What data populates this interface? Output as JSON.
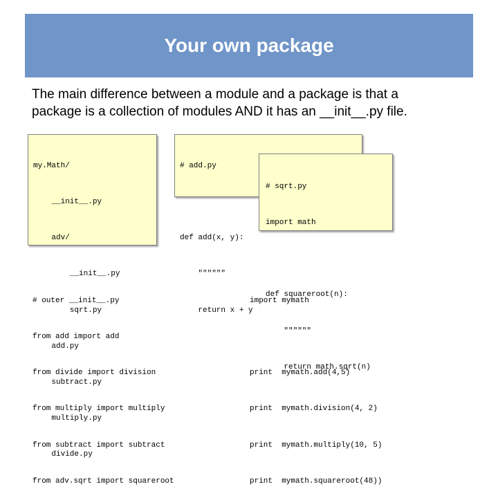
{
  "slide": {
    "title": "Your own package",
    "intro_lines": [
      "The main difference between a module and a package is that a",
      "package is a collection of modules AND it has an __init__.py file."
    ]
  },
  "package_tree": {
    "lines": [
      "my.Math/",
      "    __init__.py",
      "    adv/",
      "        __init__.py",
      "        sqrt.py",
      "    add.py",
      "    subtract.py",
      "    multiply.py",
      "    divide.py"
    ]
  },
  "add_py": {
    "lines": [
      "# add.py",
      "",
      "def add(x, y):",
      "    \"\"\"\"\"\"",
      "    return x + y"
    ]
  },
  "sqrt_py": {
    "lines": [
      "# sqrt.py",
      "import math",
      "",
      "def squareroot(n):",
      "    \"\"\"\"\"\"",
      "    return math.sqrt(n)"
    ]
  },
  "outer_init": {
    "lines": [
      "# outer __init__.py",
      "from add import add",
      "from divide import division",
      "from multiply import multiply",
      "from subtract import subtract",
      "from adv.sqrt import squareroot"
    ]
  },
  "usage": {
    "lines": [
      "import mymath",
      "",
      "print  mymath.add(4,5)",
      "print  mymath.division(4, 2)",
      "print  mymath.multiply(10, 5)",
      "print  mymath.squareroot(48))"
    ]
  },
  "colors": {
    "title_bar": "#7095c8",
    "code_box": "#ffffcc"
  }
}
